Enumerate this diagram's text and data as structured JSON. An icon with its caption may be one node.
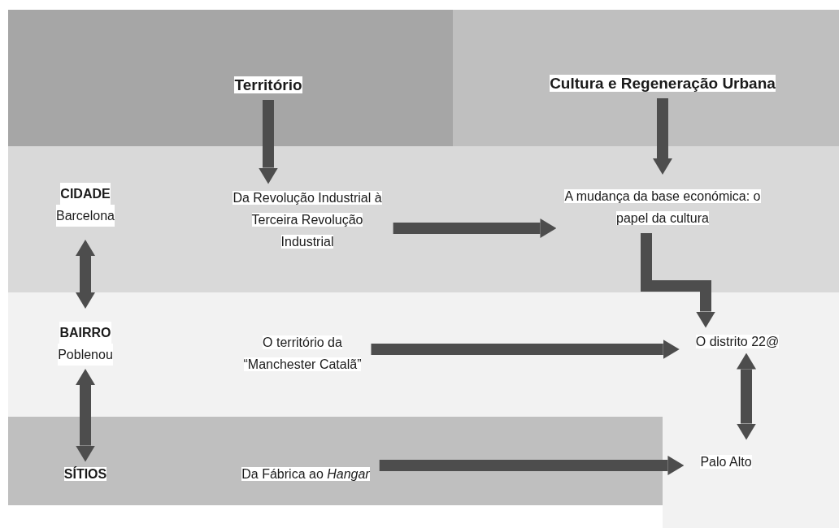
{
  "diagram": {
    "nodes": [
      {
        "text": [
          "Território"
        ]
      },
      {
        "text": [
          "Cultura e Regeneração Urbana"
        ]
      },
      {
        "text": [
          "CIDADE",
          "Barcelona"
        ]
      },
      {
        "text": [
          "Da Revolução Industrial à Terceira Revolução Industrial"
        ]
      },
      {
        "text": [
          "A mudança da base económica: o papel da cultura"
        ]
      },
      {
        "text": [
          "BAIRRO",
          "Poblenou"
        ]
      },
      {
        "text": [
          "O território da “Manchester Catalã”"
        ]
      },
      {
        "text": [
          "O distrito 22@"
        ]
      },
      {
        "text": [
          "SÍTIOS"
        ]
      },
      {
        "text": [
          "Da Fábrica ao *Hangar*"
        ]
      },
      {
        "text": [
          "Palo Alto"
        ]
      }
    ],
    "edges": [
      {
        "from": 0,
        "to": 3,
        "arrow": "to"
      },
      {
        "from": 1,
        "to": 4,
        "arrow": "to"
      },
      {
        "from": 3,
        "to": 4,
        "arrow": "to"
      },
      {
        "from": 4,
        "to": 7,
        "arrow": "to"
      },
      {
        "from": 2,
        "to": 5,
        "arrow": "both"
      },
      {
        "from": 5,
        "to": 8,
        "arrow": "both"
      },
      {
        "from": 6,
        "to": 7,
        "arrow": "to"
      },
      {
        "from": 7,
        "to": 10,
        "arrow": "both"
      },
      {
        "from": 9,
        "to": 10,
        "arrow": "to"
      }
    ]
  }
}
